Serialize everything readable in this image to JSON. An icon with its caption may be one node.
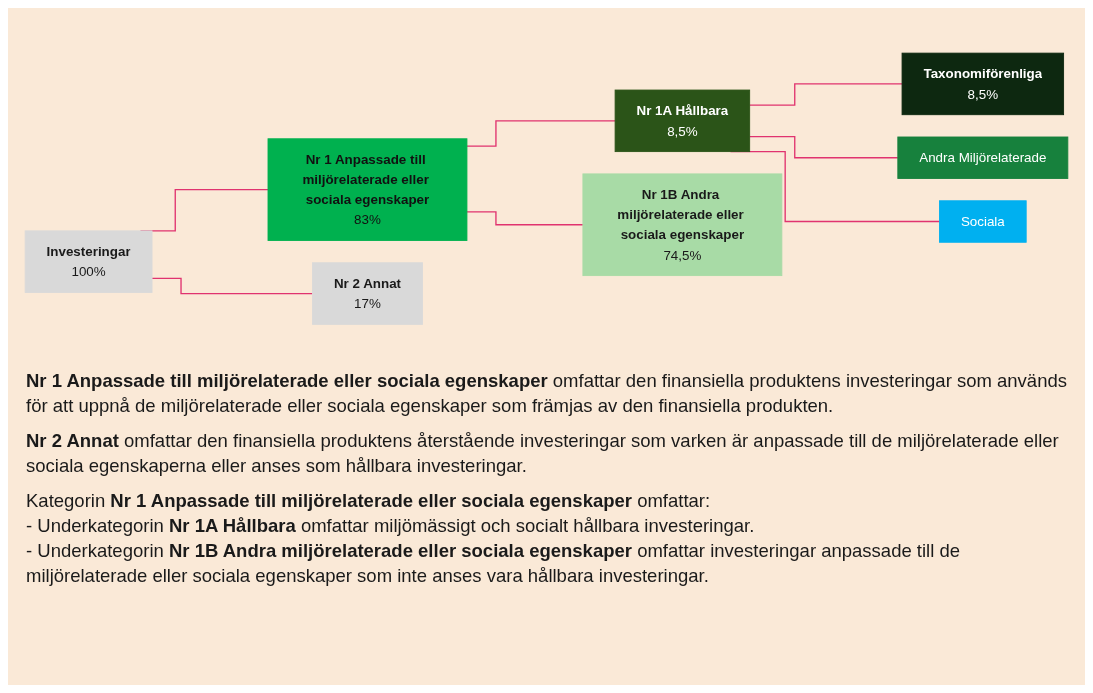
{
  "diagram": {
    "nodes": [
      {
        "text": [
          "Investeringar",
          "100%"
        ]
      },
      {
        "text": [
          "Nr 1 Anpassade till miljörelaterade eller sociala egenskaper",
          "83%"
        ]
      },
      {
        "text": [
          "Nr 2 Annat",
          "17%"
        ]
      },
      {
        "text": [
          "Nr 1A Hållbara",
          "8,5%"
        ]
      },
      {
        "text": [
          "Nr 1B Andra miljörelaterade eller sociala egenskaper",
          "74,5%"
        ]
      },
      {
        "text": [
          "Taxonomiförenliga",
          "8,5%"
        ]
      },
      {
        "text": [
          "Andra Miljörelaterade"
        ]
      },
      {
        "text": [
          "Sociala"
        ]
      }
    ],
    "edges": [
      {
        "from": 0,
        "to": 1,
        "arrow": "none"
      },
      {
        "from": 0,
        "to": 2,
        "arrow": "none"
      },
      {
        "from": 1,
        "to": 3,
        "arrow": "none"
      },
      {
        "from": 1,
        "to": 4,
        "arrow": "none"
      },
      {
        "from": 3,
        "to": 5,
        "arrow": "none"
      },
      {
        "from": 3,
        "to": 6,
        "arrow": "none"
      },
      {
        "from": 3,
        "to": 7,
        "arrow": "none"
      }
    ],
    "labels": [
      "**Nr 1 Anpassade till miljörelaterade eller sociala egenskaper** omfattar den finansiella produktens investeringar som används för att uppnå de miljörelaterade eller sociala egenskaper som främjas av den finansiella produkten.",
      "**Nr 2 Annat** omfattar den finansiella produktens återstående investeringar som varken är anpassade till de miljörelaterade eller sociala egenskaperna eller anses som hållbara investeringar.",
      "Kategorin **Nr 1 Anpassade till miljörelaterade eller sociala egenskaper** omfattar:",
      "- Underkategorin **Nr 1A Hållbara** omfattar miljömässigt och socialt hållbara investeringar.",
      "- Underkategorin **Nr 1B Andra miljörelaterade eller sociala egenskaper** omfattar investeringar anpassade till de miljörelaterade eller sociala egenskaper som inte anses vara hållbara investeringar."
    ]
  }
}
